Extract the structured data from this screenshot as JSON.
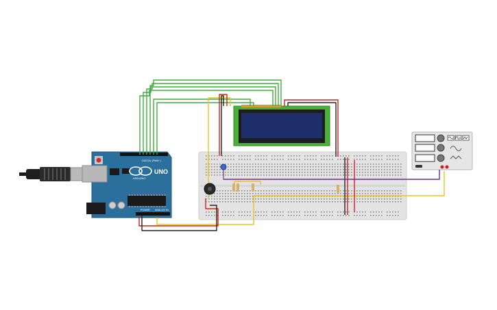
{
  "arduino": {
    "brand": "ARDUINO",
    "model": "UNO",
    "digital_label": "DIGITAL (PWM~)",
    "power_label": "POWER",
    "analog_label": "ANALOG IN"
  },
  "colors": {
    "board": "#2b6f9c",
    "breadboard": "#e4e4e4",
    "lcd_frame": "#4caf3a",
    "lcd_screen": "#1e2f6b",
    "wire_green": "#3fae3f",
    "wire_red": "#d21f1f",
    "wire_black": "#202020",
    "wire_yellow": "#e8c619",
    "wire_purple": "#6a2a8c",
    "function_generator": "#e6e6e6"
  },
  "components": {
    "usb_cable": "usb-connector-icon",
    "potentiometer": "potentiometer-icon",
    "capacitor": "capacitor-icon",
    "resistors": "resistor-icon",
    "function_generator_waves": [
      "sine-wave-icon",
      "square-wave-icon",
      "triangle-wave-icon"
    ]
  }
}
